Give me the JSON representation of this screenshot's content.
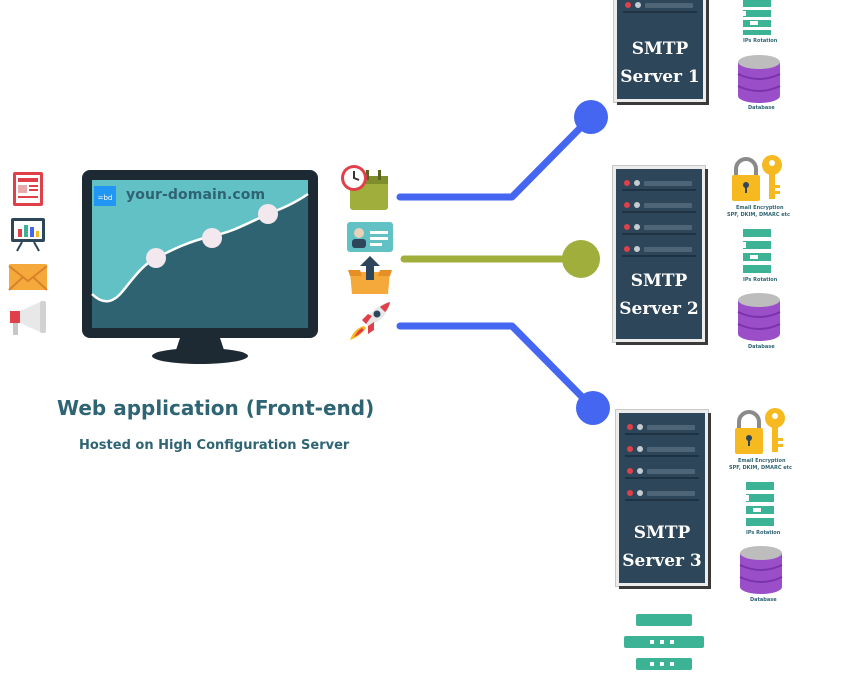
{
  "domain_text": "your-domain.com",
  "app_title": "Web application (Front-end)",
  "app_subtitle": "Hosted on High Configuration Server",
  "servers": [
    {
      "line1": "SMTP",
      "line2": "Server 1"
    },
    {
      "line1": "SMTP",
      "line2": "Server 2"
    },
    {
      "line1": "SMTP",
      "line2": "Server 3"
    }
  ],
  "labels": {
    "ips_rotation": "IPs Rotation",
    "database": "Database",
    "email_encryption": "Email Encryption",
    "spf": "SPF, DKIM, DMARC etc"
  },
  "colors": {
    "line_blue": "#4466f0",
    "line_olive": "#a0ae3c",
    "server_body": "#2d4659",
    "text_teal": "#2e6473",
    "ips_green": "#3bb394",
    "db_purple": "#9a4fc9",
    "lock_yellow": "#f6b91f"
  },
  "icons": {
    "left": [
      "news-icon",
      "presentation-chart-icon",
      "envelope-icon",
      "megaphone-icon"
    ],
    "right": [
      "clock-calendar-icon",
      "contact-card-icon",
      "upload-box-icon",
      "rocket-icon"
    ]
  }
}
